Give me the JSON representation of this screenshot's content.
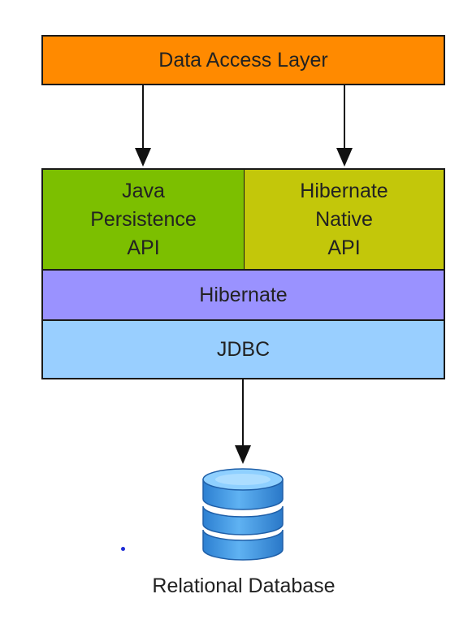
{
  "diagram": {
    "data_access_layer": {
      "label": "Data Access Layer",
      "fill": "#ff8a00"
    },
    "jpa": {
      "lines": [
        "Java",
        "Persistence",
        "API"
      ],
      "fill": "#7cbf00"
    },
    "hibernate_native": {
      "lines": [
        "Hibernate",
        "Native",
        "API"
      ],
      "fill": "#c3c70a"
    },
    "hibernate": {
      "label": "Hibernate",
      "fill": "#9a92ff"
    },
    "jdbc": {
      "label": "JDBC",
      "fill": "#99cfff"
    },
    "database": {
      "label": "Relational Database",
      "icon": "database-cylinder-icon",
      "fill": "#3a93e0"
    }
  }
}
